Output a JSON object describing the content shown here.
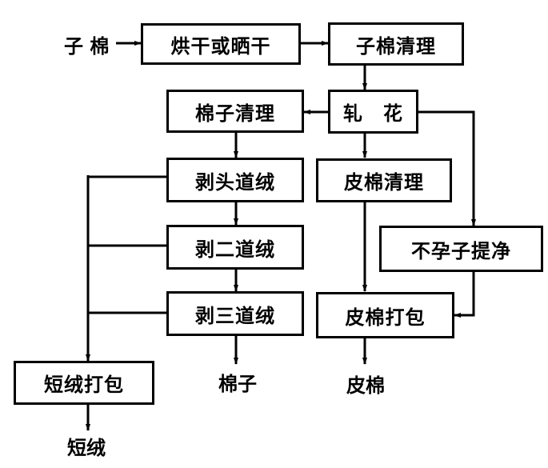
{
  "diagram": {
    "title": "",
    "nodes": {
      "drying": "烘干或晒干",
      "seed_cotton_cleaning": "子棉清理",
      "cottonseed_cleaning": "棉子清理",
      "ginning": "轧　花",
      "first_delint": "剥头道绒",
      "lint_cleaning": "皮棉清理",
      "second_delint": "剥二道绒",
      "immature_seed_recovery": "不孕子提净",
      "third_delint": "剥三道绒",
      "lint_baling": "皮棉打包",
      "linter_baling": "短绒打包"
    },
    "terminals": {
      "input_seed_cotton": "子 棉",
      "output_cottonseed": "棉子",
      "output_lint": "皮棉",
      "output_linters": "短绒"
    },
    "edges": [
      {
        "from": "子 棉",
        "to": "烘干或晒干"
      },
      {
        "from": "烘干或晒干",
        "to": "子棉清理"
      },
      {
        "from": "子棉清理",
        "to": "轧　花"
      },
      {
        "from": "轧　花",
        "to": "棉子清理"
      },
      {
        "from": "棉子清理",
        "to": "剥头道绒"
      },
      {
        "from": "剥头道绒",
        "to": "剥二道绒"
      },
      {
        "from": "剥二道绒",
        "to": "剥三道绒"
      },
      {
        "from": "剥三道绒",
        "to": "棉子"
      },
      {
        "from": "剥头道绒",
        "to": "短绒打包"
      },
      {
        "from": "剥二道绒",
        "to": "短绒打包"
      },
      {
        "from": "剥三道绒",
        "to": "短绒打包"
      },
      {
        "from": "短绒打包",
        "to": "短绒"
      },
      {
        "from": "轧　花",
        "to": "皮棉清理"
      },
      {
        "from": "皮棉清理",
        "to": "皮棉打包"
      },
      {
        "from": "轧　花",
        "to": "不孕子提净"
      },
      {
        "from": "不孕子提净",
        "to": "皮棉打包"
      },
      {
        "from": "皮棉打包",
        "to": "皮棉"
      }
    ]
  }
}
